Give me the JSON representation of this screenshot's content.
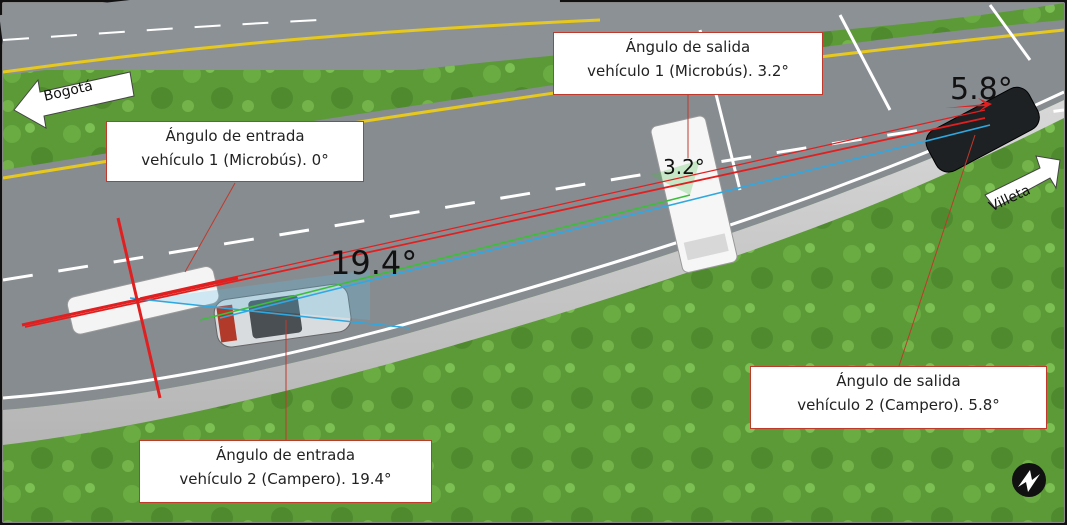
{
  "callouts": {
    "entry_vehicle1": {
      "line1": "Ángulo de entrada",
      "line2": "vehículo 1 (Microbús). 0°"
    },
    "exit_vehicle1": {
      "line1": "Ángulo de salida",
      "line2": "vehículo 1 (Microbús). 3.2°"
    },
    "entry_vehicle2": {
      "line1": "Ángulo de entrada",
      "line2": "vehículo 2 (Campero). 19.4°"
    },
    "exit_vehicle2": {
      "line1": "Ángulo de salida",
      "line2": "vehículo 2 (Campero). 5.8°"
    }
  },
  "angle_labels": {
    "entry_v2": "19.4°",
    "exit_v2": "5.8°",
    "exit_v1": "3.2°"
  },
  "direction_signs": {
    "west": "Bogotá",
    "east": "Villeta"
  },
  "colors": {
    "grass": "#5e9c3a",
    "road": "#8a8f94",
    "annotation_red": "#e02020",
    "line_blue": "#2fa8e0",
    "line_green": "#3bbf3b",
    "yellow_line": "#e6c81e"
  },
  "icons": [
    "compass-logo-icon"
  ]
}
